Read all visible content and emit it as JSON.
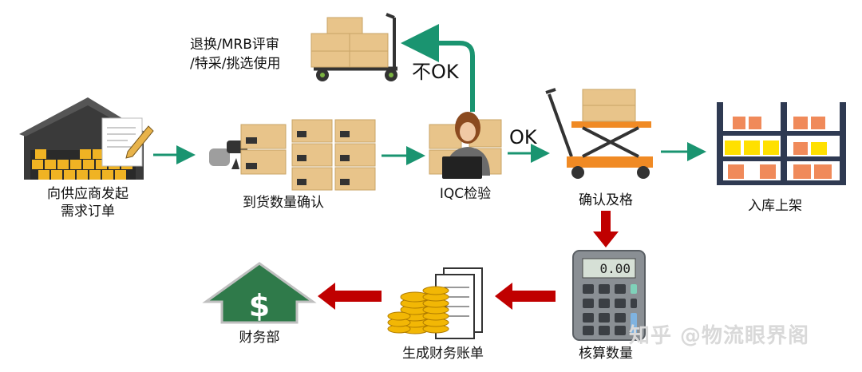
{
  "steps": {
    "supplier": "向供应商发起\n需求订单",
    "arrival": "到货数量确认",
    "iqc": "IQC检验",
    "qualified": "确认及格",
    "shelving": "入库上架",
    "calculate": "核算数量",
    "bill": "生成财务账单",
    "finance": "财务部",
    "reject_action": "退换/MRB评审\n/特采/挑选使用"
  },
  "decisions": {
    "ok": "OK",
    "not_ok": "不OK"
  },
  "calculator_display": "0.00",
  "watermark": "知乎 @物流眼界阁",
  "colors": {
    "flow_arrow": "#1a9470",
    "money_arrow": "#c00000",
    "house": "#2f7a4a",
    "box": "#e8c48a"
  }
}
